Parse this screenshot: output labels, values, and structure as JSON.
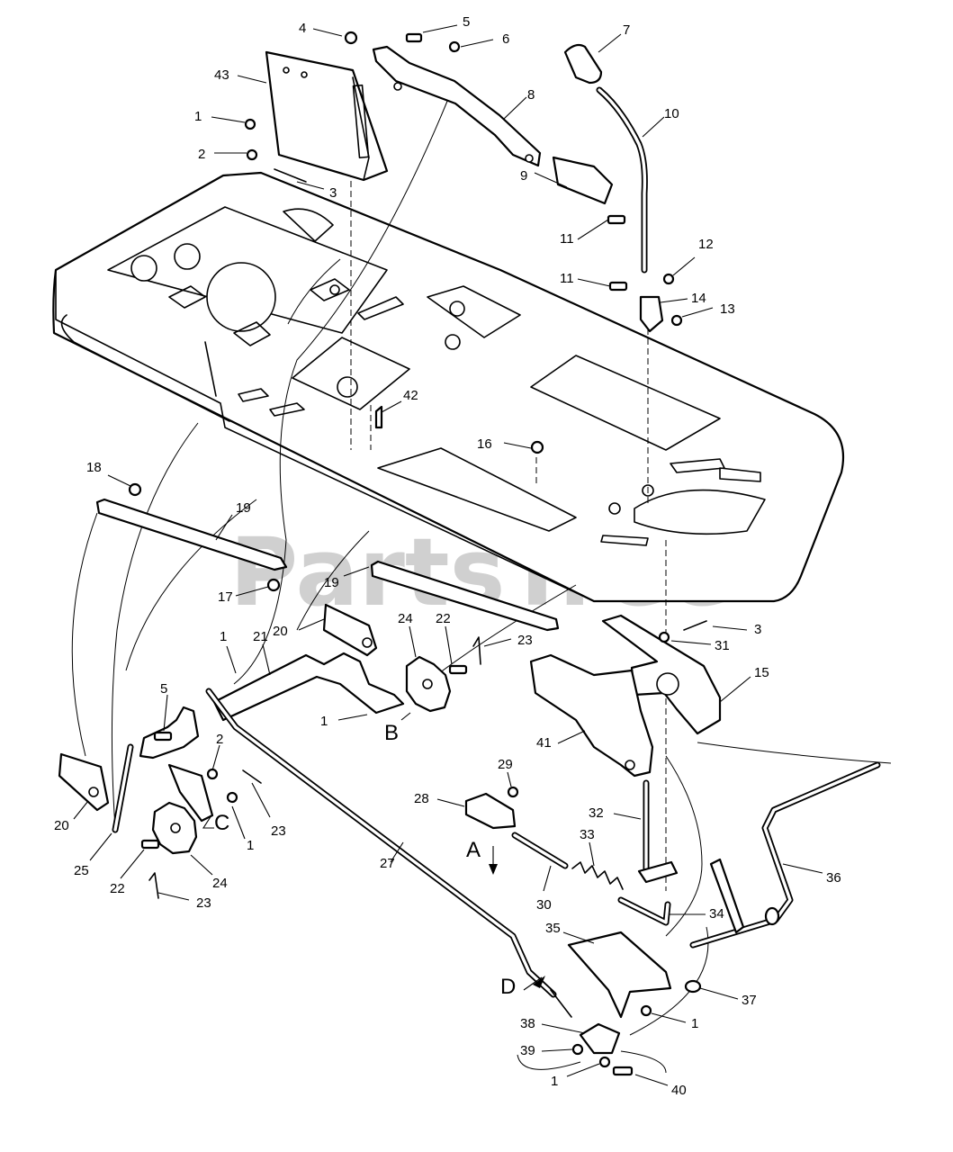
{
  "watermark": {
    "text": "PartsTree",
    "trademark": "TM"
  },
  "callouts": [
    {
      "id": "c4",
      "label": "4"
    },
    {
      "id": "c5a",
      "label": "5"
    },
    {
      "id": "c6",
      "label": "6"
    },
    {
      "id": "c7",
      "label": "7"
    },
    {
      "id": "c43",
      "label": "43"
    },
    {
      "id": "c8",
      "label": "8"
    },
    {
      "id": "c10",
      "label": "10"
    },
    {
      "id": "c1a",
      "label": "1"
    },
    {
      "id": "c2a",
      "label": "2"
    },
    {
      "id": "c9",
      "label": "9"
    },
    {
      "id": "c3a",
      "label": "3"
    },
    {
      "id": "c11a",
      "label": "11"
    },
    {
      "id": "c12",
      "label": "12"
    },
    {
      "id": "c11b",
      "label": "11"
    },
    {
      "id": "c14",
      "label": "14"
    },
    {
      "id": "c13",
      "label": "13"
    },
    {
      "id": "c42",
      "label": "42"
    },
    {
      "id": "c16",
      "label": "16"
    },
    {
      "id": "c18",
      "label": "18"
    },
    {
      "id": "c19a",
      "label": "19"
    },
    {
      "id": "c17",
      "label": "17"
    },
    {
      "id": "c19b",
      "label": "19"
    },
    {
      "id": "c3b",
      "label": "3"
    },
    {
      "id": "c20a",
      "label": "20"
    },
    {
      "id": "c24a",
      "label": "24"
    },
    {
      "id": "c22a",
      "label": "22"
    },
    {
      "id": "c31",
      "label": "31"
    },
    {
      "id": "c1b",
      "label": "1"
    },
    {
      "id": "c21",
      "label": "21"
    },
    {
      "id": "c23a",
      "label": "23"
    },
    {
      "id": "c15",
      "label": "15"
    },
    {
      "id": "c5b",
      "label": "5"
    },
    {
      "id": "c1c",
      "label": "1"
    },
    {
      "id": "c41",
      "label": "41"
    },
    {
      "id": "c2b",
      "label": "2"
    },
    {
      "id": "c29",
      "label": "29"
    },
    {
      "id": "c28",
      "label": "28"
    },
    {
      "id": "c20b",
      "label": "20"
    },
    {
      "id": "c23b",
      "label": "23"
    },
    {
      "id": "c1d",
      "label": "1"
    },
    {
      "id": "c32",
      "label": "32"
    },
    {
      "id": "c33",
      "label": "33"
    },
    {
      "id": "c25",
      "label": "25"
    },
    {
      "id": "c27",
      "label": "27"
    },
    {
      "id": "c22b",
      "label": "22"
    },
    {
      "id": "c24b",
      "label": "24"
    },
    {
      "id": "c36",
      "label": "36"
    },
    {
      "id": "c30",
      "label": "30"
    },
    {
      "id": "c23c",
      "label": "23"
    },
    {
      "id": "c34",
      "label": "34"
    },
    {
      "id": "c35",
      "label": "35"
    },
    {
      "id": "c37",
      "label": "37"
    },
    {
      "id": "c1e",
      "label": "1"
    },
    {
      "id": "c38",
      "label": "38"
    },
    {
      "id": "c39",
      "label": "39"
    },
    {
      "id": "c1f",
      "label": "1"
    },
    {
      "id": "c40",
      "label": "40"
    }
  ],
  "connection_marks": [
    {
      "id": "mA",
      "label": "A"
    },
    {
      "id": "mB",
      "label": "B"
    },
    {
      "id": "mC",
      "label": "C"
    },
    {
      "id": "mD",
      "label": "D"
    }
  ]
}
